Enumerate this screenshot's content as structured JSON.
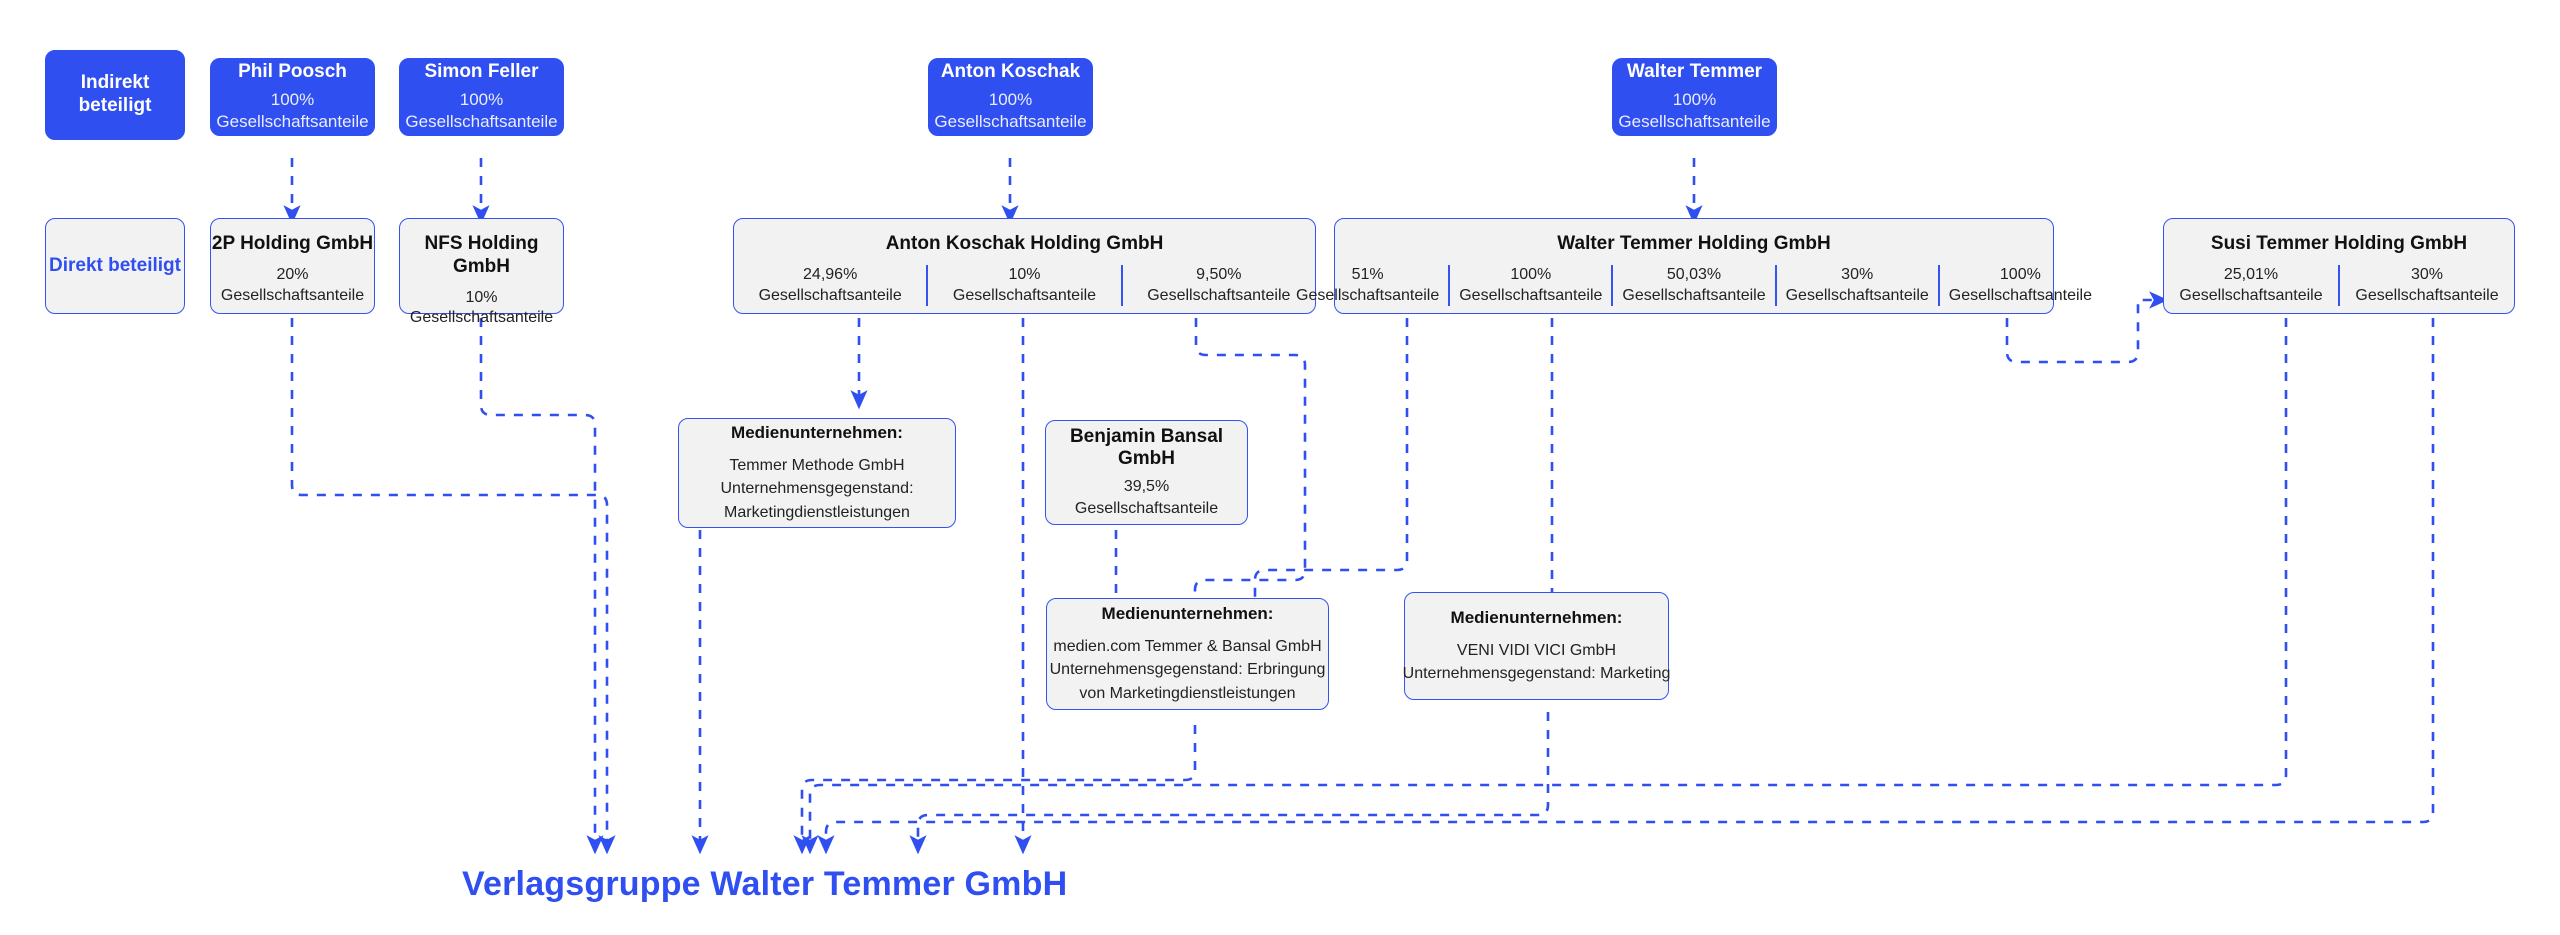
{
  "meta": {
    "accent_blue": "#2f4ff0",
    "box_fill": "#f2f2f2",
    "border_blue": "#3552f2",
    "background": "#ffffff"
  },
  "legend": {
    "indirect_label": "Indirekt beteiligt",
    "direct_label": "Direkt beteiligt"
  },
  "share_label": "Gesellschaftsanteile",
  "persons": [
    {
      "name": "Phil Poosch",
      "pct": "100%",
      "share_label": "Gesellschaftsanteile"
    },
    {
      "name": "Simon Feller",
      "pct": "100%",
      "share_label": "Gesellschaftsanteile"
    },
    {
      "name": "Anton Koschak",
      "pct": "100%",
      "share_label": "Gesellschaftsanteile"
    },
    {
      "name": "Walter Temmer",
      "pct": "100%",
      "share_label": "Gesellschaftsanteile"
    }
  ],
  "holdings": [
    {
      "name": "2P Holding GmbH",
      "segments": [
        {
          "pct": "20%",
          "label": "Gesellschaftsanteile"
        }
      ]
    },
    {
      "name": "NFS Holding GmbH",
      "segments": [
        {
          "pct": "10%",
          "label": "Gesellschaftsanteile"
        }
      ]
    },
    {
      "name": "Anton Koschak Holding GmbH",
      "segments": [
        {
          "pct": "24,96%",
          "label": "Gesellschaftsanteile"
        },
        {
          "pct": "10%",
          "label": "Gesellschaftsanteile"
        },
        {
          "pct": "9,50%",
          "label": "Gesellschaftsanteile"
        }
      ]
    },
    {
      "name": "Walter Temmer Holding GmbH",
      "segments": [
        {
          "pct": "51%",
          "label": "Gesellschaftsanteile"
        },
        {
          "pct": "100%",
          "label": "Gesellschaftsanteile"
        },
        {
          "pct": "50,03%",
          "label": "Gesellschaftsanteile"
        },
        {
          "pct": "30%",
          "label": "Gesellschaftsanteile"
        },
        {
          "pct": "100%",
          "label": "Gesellschaftsanteile"
        }
      ]
    },
    {
      "name": "Susi Temmer Holding GmbH",
      "segments": [
        {
          "pct": "25,01%",
          "label": "Gesellschaftsanteile"
        },
        {
          "pct": "30%",
          "label": "Gesellschaftsanteile"
        }
      ]
    }
  ],
  "subsidiary": {
    "name": "Benjamin Bansal GmbH",
    "pct": "39,5%",
    "share_label": "Gesellschaftsanteile"
  },
  "media_companies": [
    {
      "heading": "Medienunternehmen:",
      "lines": [
        "Temmer Methode GmbH",
        "Unternehmensgegenstand:",
        "Marketingdienstleistungen"
      ]
    },
    {
      "heading": "Medienunternehmen:",
      "lines": [
        "medien.com Temmer & Bansal GmbH",
        "Unternehmensgegenstand: Erbringung",
        "von Marketingdienstleistungen"
      ]
    },
    {
      "heading": "Medienunternehmen:",
      "lines": [
        "",
        "VENI VIDI VICI GmbH",
        "Unternehmensgegenstand: Marketing"
      ]
    }
  ],
  "bottom_title": "Verlagsgruppe Walter Temmer GmbH"
}
